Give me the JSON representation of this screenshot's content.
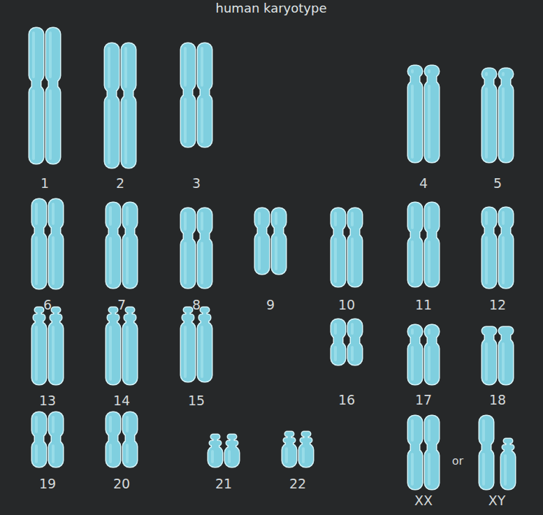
{
  "diagram": {
    "title": "human karyotype",
    "labels": [
      "1",
      "2",
      "3",
      "4",
      "5",
      "6",
      "7",
      "8",
      "9",
      "10",
      "11",
      "12",
      "13",
      "14",
      "15",
      "16",
      "17",
      "18",
      "19",
      "20",
      "21",
      "22",
      "XX",
      "or",
      "XY"
    ]
  }
}
